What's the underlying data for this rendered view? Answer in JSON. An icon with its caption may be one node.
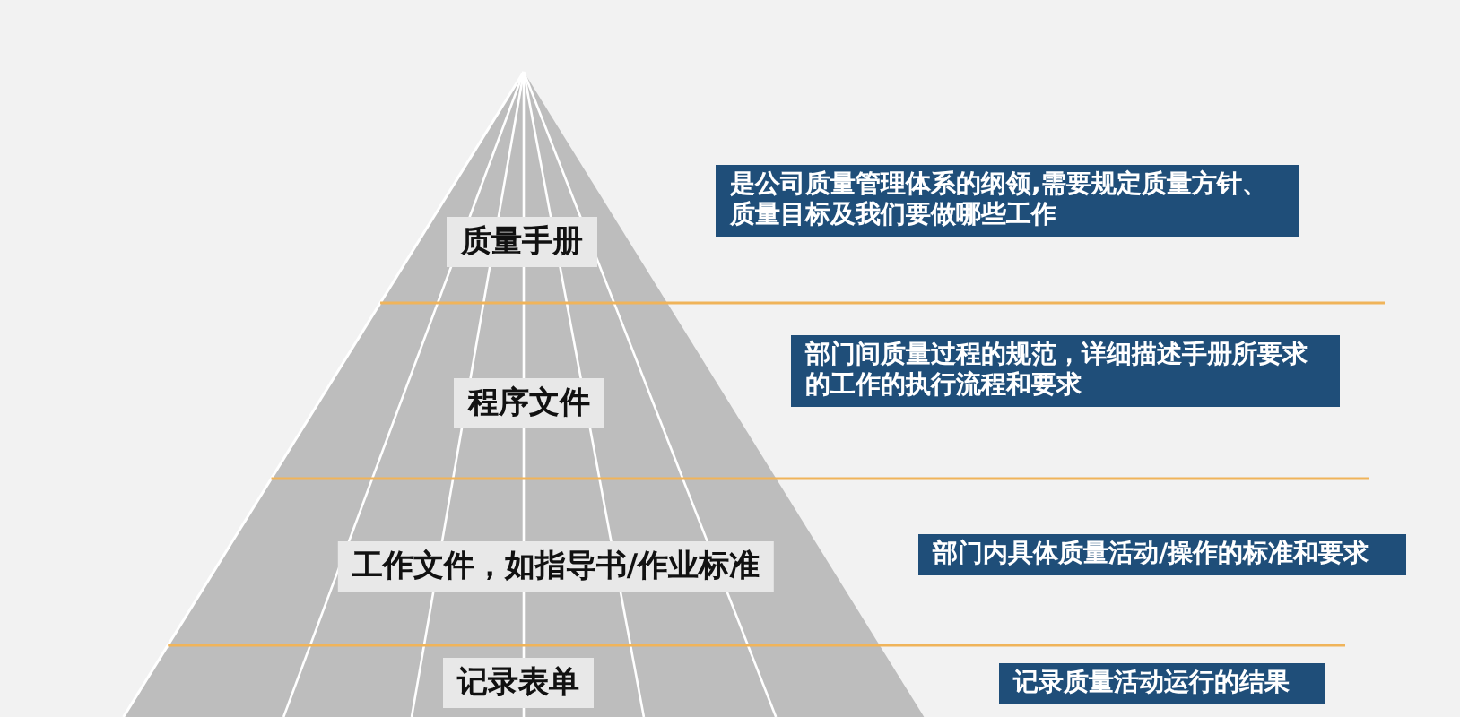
{
  "diagram": {
    "nodes": [
      {
        "text": [
          "质量手册"
        ]
      },
      {
        "text": [
          "是公司质量管理体系的纲领,需要规定质量方针、质量目标及我们要做哪些工作"
        ]
      },
      {
        "text": [
          "程序文件"
        ]
      },
      {
        "text": [
          "部门间质量过程的规范，详细描述手册所要求的工作的执行流程和要求"
        ]
      },
      {
        "text": [
          "工作文件，如指导书/作业标准"
        ]
      },
      {
        "text": [
          "部门内具体质量活动/操作的标准和要求"
        ]
      },
      {
        "text": [
          "记录表单"
        ]
      },
      {
        "text": [
          "记录质量活动运行的结果"
        ]
      }
    ]
  }
}
